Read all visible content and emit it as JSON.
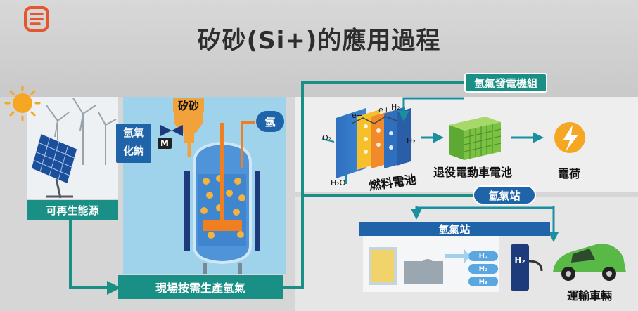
{
  "title": "矽砂(Si+)的應用過程",
  "left": {
    "renewable_label": "可再生能源"
  },
  "reactor": {
    "silica_label": "矽砂",
    "nah_label_l1": "氫氧",
    "nah_label_l2": "化鈉",
    "motor_label": "M",
    "hydrogen_label": "氫",
    "onsite_label": "現場按需生產氫氣"
  },
  "top_branch": {
    "genset_label": "氫氣發電機組",
    "fuel_cell_label": "燃料電池",
    "battery_label": "退役電動車電池",
    "charge_label": "電荷",
    "h2_a": "H₂",
    "h2_b": "H₂",
    "o2": "O₂",
    "h2o": "H₂O",
    "e_minus": "e−",
    "e_plus": "e+"
  },
  "bottom_branch": {
    "station_tag": "氫氣站",
    "station_roof": "氫氣站",
    "tank_labels": [
      "H₂",
      "H₂",
      "H₂"
    ],
    "pump_label": "H₂",
    "vehicle_label": "運輸車輛"
  },
  "colors": {
    "teal": "#1a8f86",
    "arrow": "#1a8fa0",
    "reactor_bg": "#9fd3ec",
    "blue_tag": "#1f63a8",
    "orange": "#f2a23a",
    "accent_orange": "#e4572e",
    "battery_green": "#7bc142",
    "car_green": "#58b947"
  },
  "icons": [
    "brand-logo-icon",
    "sun-icon",
    "wind-turbine-icon",
    "solar-panel-icon",
    "lightning-bolt-icon",
    "car-icon"
  ]
}
